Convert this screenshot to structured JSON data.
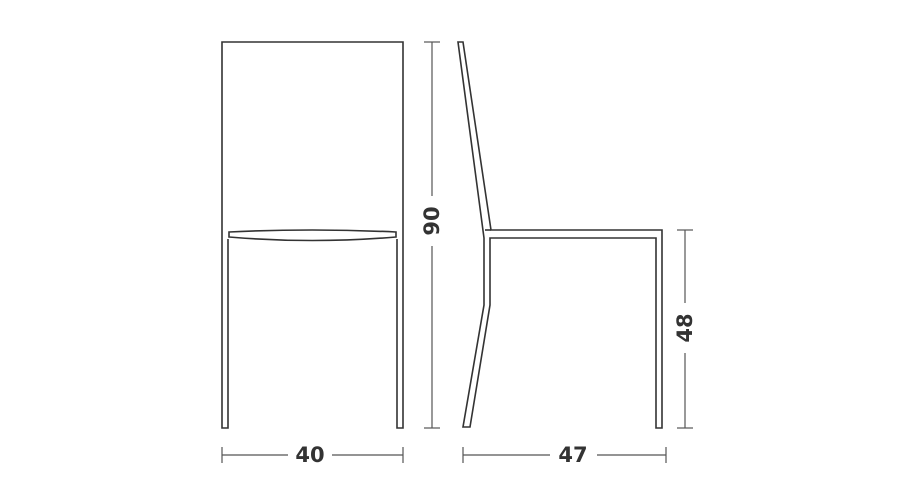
{
  "dimensions": {
    "front_width": {
      "value": "40",
      "unit": ""
    },
    "height": {
      "value": "90",
      "unit": ""
    },
    "side_depth": {
      "value": "47",
      "unit": ""
    },
    "seat_height": {
      "value": "48",
      "unit": ""
    }
  },
  "colors": {
    "line": "#333333",
    "dimension_line": "#555555",
    "background": "#ffffff"
  }
}
